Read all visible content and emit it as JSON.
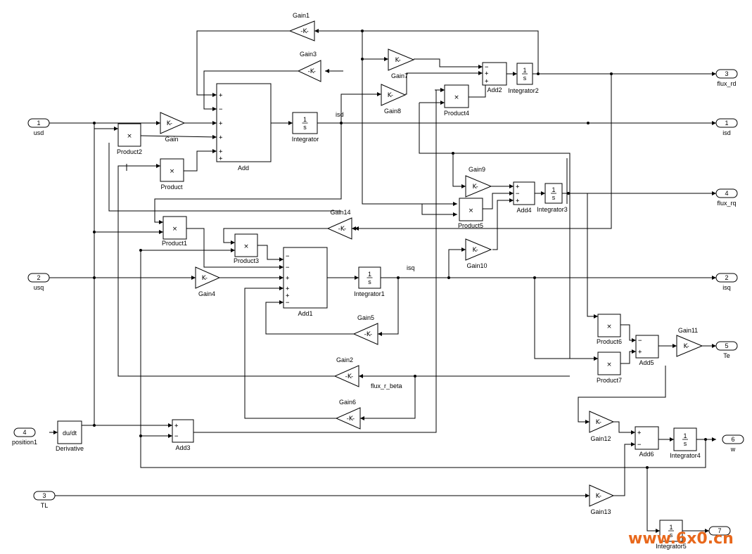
{
  "inports": [
    {
      "id": "in-usd",
      "num": "1",
      "name": "usd"
    },
    {
      "id": "in-usq",
      "num": "2",
      "name": "usq"
    },
    {
      "id": "in-position1",
      "num": "4",
      "name": "position1"
    },
    {
      "id": "in-tl",
      "num": "3",
      "name": "TL"
    }
  ],
  "outports": [
    {
      "id": "out-flux-rd",
      "num": "3",
      "name": "flux_rd"
    },
    {
      "id": "out-isd",
      "num": "1",
      "name": "isd"
    },
    {
      "id": "out-flux-rq",
      "num": "4",
      "name": "flux_rq"
    },
    {
      "id": "out-isq",
      "num": "2",
      "name": "isq"
    },
    {
      "id": "out-te",
      "num": "5",
      "name": "Te"
    },
    {
      "id": "out-w",
      "num": "6",
      "name": "w"
    },
    {
      "id": "out-7",
      "num": "7",
      "name": ""
    }
  ],
  "gains": [
    {
      "id": "gain",
      "label": "Gain",
      "text": "K-"
    },
    {
      "id": "gain1",
      "label": "Gain1",
      "text": "-K-"
    },
    {
      "id": "gain2",
      "label": "Gain2",
      "text": "-K-"
    },
    {
      "id": "gain3",
      "label": "Gain3",
      "text": "-K-"
    },
    {
      "id": "gain4",
      "label": "Gain4",
      "text": "K-"
    },
    {
      "id": "gain5",
      "label": "Gain5",
      "text": "-K-"
    },
    {
      "id": "gain6",
      "label": "Gain6",
      "text": "-K-"
    },
    {
      "id": "gain7",
      "label": "Gain7",
      "text": "K-"
    },
    {
      "id": "gain8",
      "label": "Gain8",
      "text": "K-"
    },
    {
      "id": "gain9",
      "label": "Gain9",
      "text": "K-"
    },
    {
      "id": "gain10",
      "label": "Gain10",
      "text": "K-"
    },
    {
      "id": "gain11",
      "label": "Gain11",
      "text": "K-"
    },
    {
      "id": "gain12",
      "label": "Gain12",
      "text": "K-"
    },
    {
      "id": "gain13",
      "label": "Gain13",
      "text": "K-"
    },
    {
      "id": "gain14",
      "label": "Gain14",
      "text": "-K-"
    }
  ],
  "products": [
    {
      "id": "product",
      "label": "Product",
      "text": "×"
    },
    {
      "id": "product1",
      "label": "Product1",
      "text": "×"
    },
    {
      "id": "product2",
      "label": "Product2",
      "text": "×"
    },
    {
      "id": "product3",
      "label": "Product3",
      "text": "×"
    },
    {
      "id": "product4",
      "label": "Product4",
      "text": "×"
    },
    {
      "id": "product5",
      "label": "Product5",
      "text": "×"
    },
    {
      "id": "product6",
      "label": "Product6",
      "text": "×"
    },
    {
      "id": "product7",
      "label": "Product7",
      "text": "×"
    }
  ],
  "integrators": [
    {
      "id": "integrator",
      "label": "Integrator",
      "num": "1",
      "den": "s"
    },
    {
      "id": "integrator1",
      "label": "Integrator1",
      "num": "1",
      "den": "s"
    },
    {
      "id": "integrator2",
      "label": "Integrator2",
      "num": "1",
      "den": "s"
    },
    {
      "id": "integrator3",
      "label": "Integrator3",
      "num": "1",
      "den": "s"
    },
    {
      "id": "integrator4",
      "label": "Integrator4",
      "num": "1",
      "den": "s"
    },
    {
      "id": "integrator5",
      "label": "Integrator5",
      "num": "1",
      "den": "s"
    }
  ],
  "sums": [
    {
      "id": "add",
      "label": "Add",
      "signs": [
        "+",
        "−",
        "+",
        "+",
        "+",
        "+"
      ]
    },
    {
      "id": "add1",
      "label": "Add1",
      "signs": [
        "−",
        "−",
        "+",
        "+",
        "+",
        "−"
      ]
    },
    {
      "id": "add2",
      "label": "Add2",
      "signs": [
        "−",
        "+",
        "+"
      ]
    },
    {
      "id": "add3",
      "label": "Add3",
      "signs": [
        "+",
        "−"
      ]
    },
    {
      "id": "add4",
      "label": "Add4",
      "signs": [
        "+",
        "−",
        "+"
      ]
    },
    {
      "id": "add5",
      "label": "Add5",
      "signs": [
        "−",
        "+"
      ]
    },
    {
      "id": "add6",
      "label": "Add6",
      "signs": [
        "+",
        "−"
      ]
    }
  ],
  "derivative": {
    "label": "Derivative",
    "text": "du/dt"
  },
  "signals": [
    {
      "id": "sig-isd",
      "text": "isd"
    },
    {
      "id": "sig-isq",
      "text": "isq"
    },
    {
      "id": "sig-flux-r-beta",
      "text": "flux_r_beta"
    }
  ],
  "watermark": {
    "text": "www.6x0.cn"
  }
}
